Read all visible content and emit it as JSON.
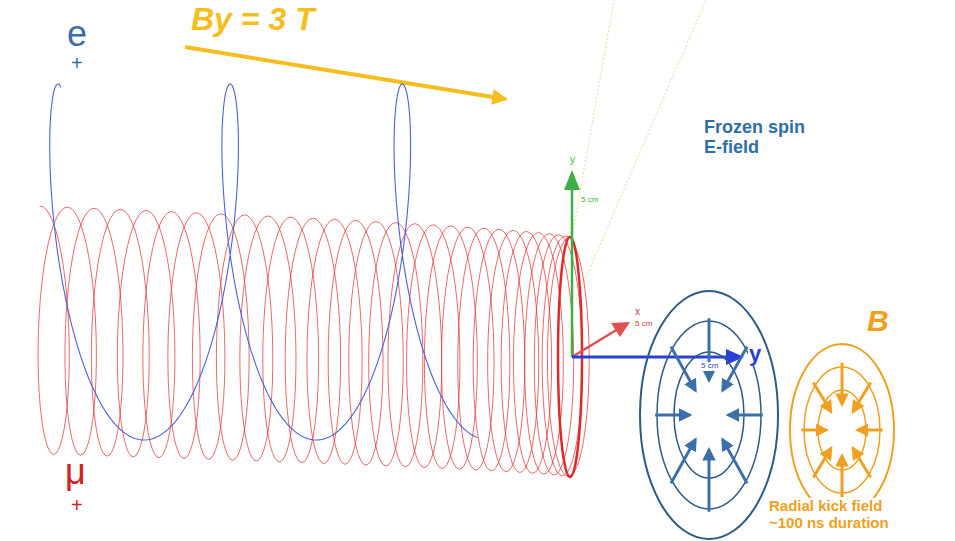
{
  "diagram": {
    "labels": [
      "By = 3 T",
      "e",
      "+",
      "μ",
      "+",
      "y",
      "5 cm",
      "x",
      "5 cm",
      "5 cm",
      "y",
      "Frozen spin E-field",
      "B",
      "Radial kick field ~100 ns duration"
    ]
  }
}
